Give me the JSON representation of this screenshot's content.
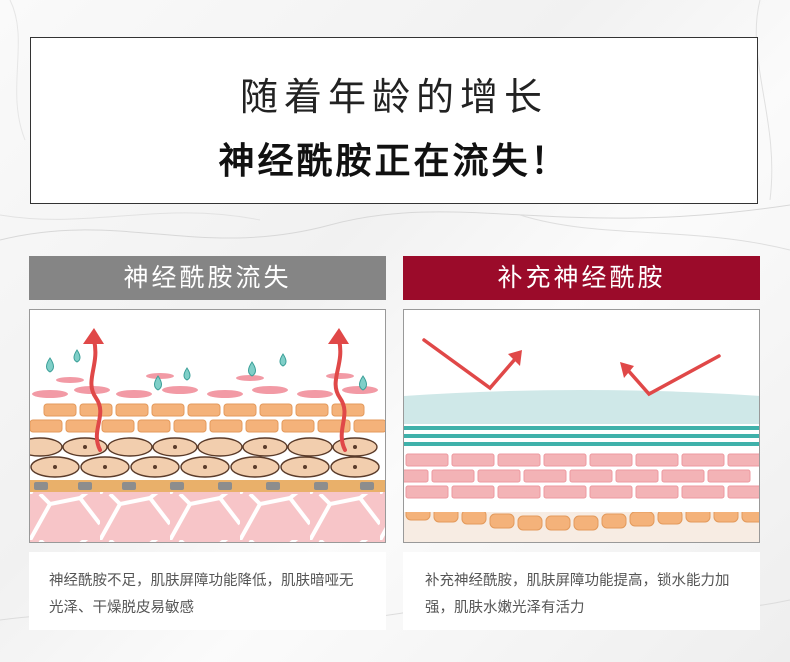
{
  "header": {
    "line1": "随着年龄的增长",
    "line2": "神经酰胺正在流失！"
  },
  "left_panel": {
    "title": "神经酰胺流失",
    "caption": "神经酰胺不足，肌肤屏障功能降低，肌肤暗哑无光泽、干燥脱皮易敏感"
  },
  "right_panel": {
    "title": "补充神经酰胺",
    "caption": "补充神经酰胺，肌肤屏障功能提高，锁水能力加强，肌肤水嫩光泽有活力"
  },
  "colors": {
    "left_header": "#858585",
    "right_header": "#9b0b2a",
    "arrow": "#e04848"
  }
}
